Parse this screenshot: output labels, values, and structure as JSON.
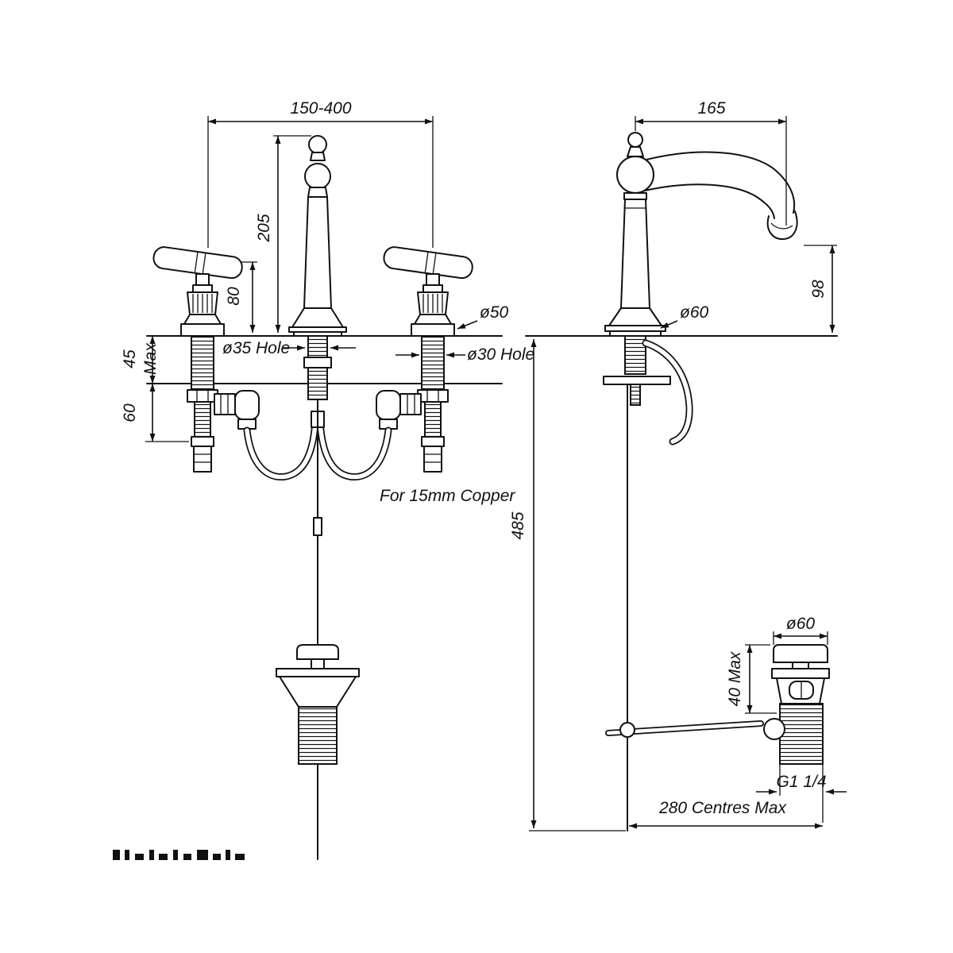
{
  "colors": {
    "line": "#111111",
    "background": "#ffffff"
  },
  "front_view": {
    "dim_hole_spread": "150-400",
    "dim_overall_height": "205",
    "dim_handle_height": "80",
    "dim_handle_base_dia": "ø50",
    "dim_deck_thickness": "45",
    "dim_deck_thickness_suffix": "Max",
    "dim_below_deck": "60",
    "dim_centre_hole": "ø35 Hole",
    "dim_side_hole": "ø30 Hole",
    "note_pipe": "For 15mm Copper"
  },
  "side_view": {
    "dim_spout_reach": "165",
    "dim_outlet_height": "98",
    "dim_base_dia": "ø60",
    "dim_rod_drop": "485"
  },
  "waste": {
    "dim_dia": "ø60",
    "dim_height": "40 Max",
    "dim_thread": "G1 1/4",
    "dim_centres": "280 Centres Max"
  }
}
